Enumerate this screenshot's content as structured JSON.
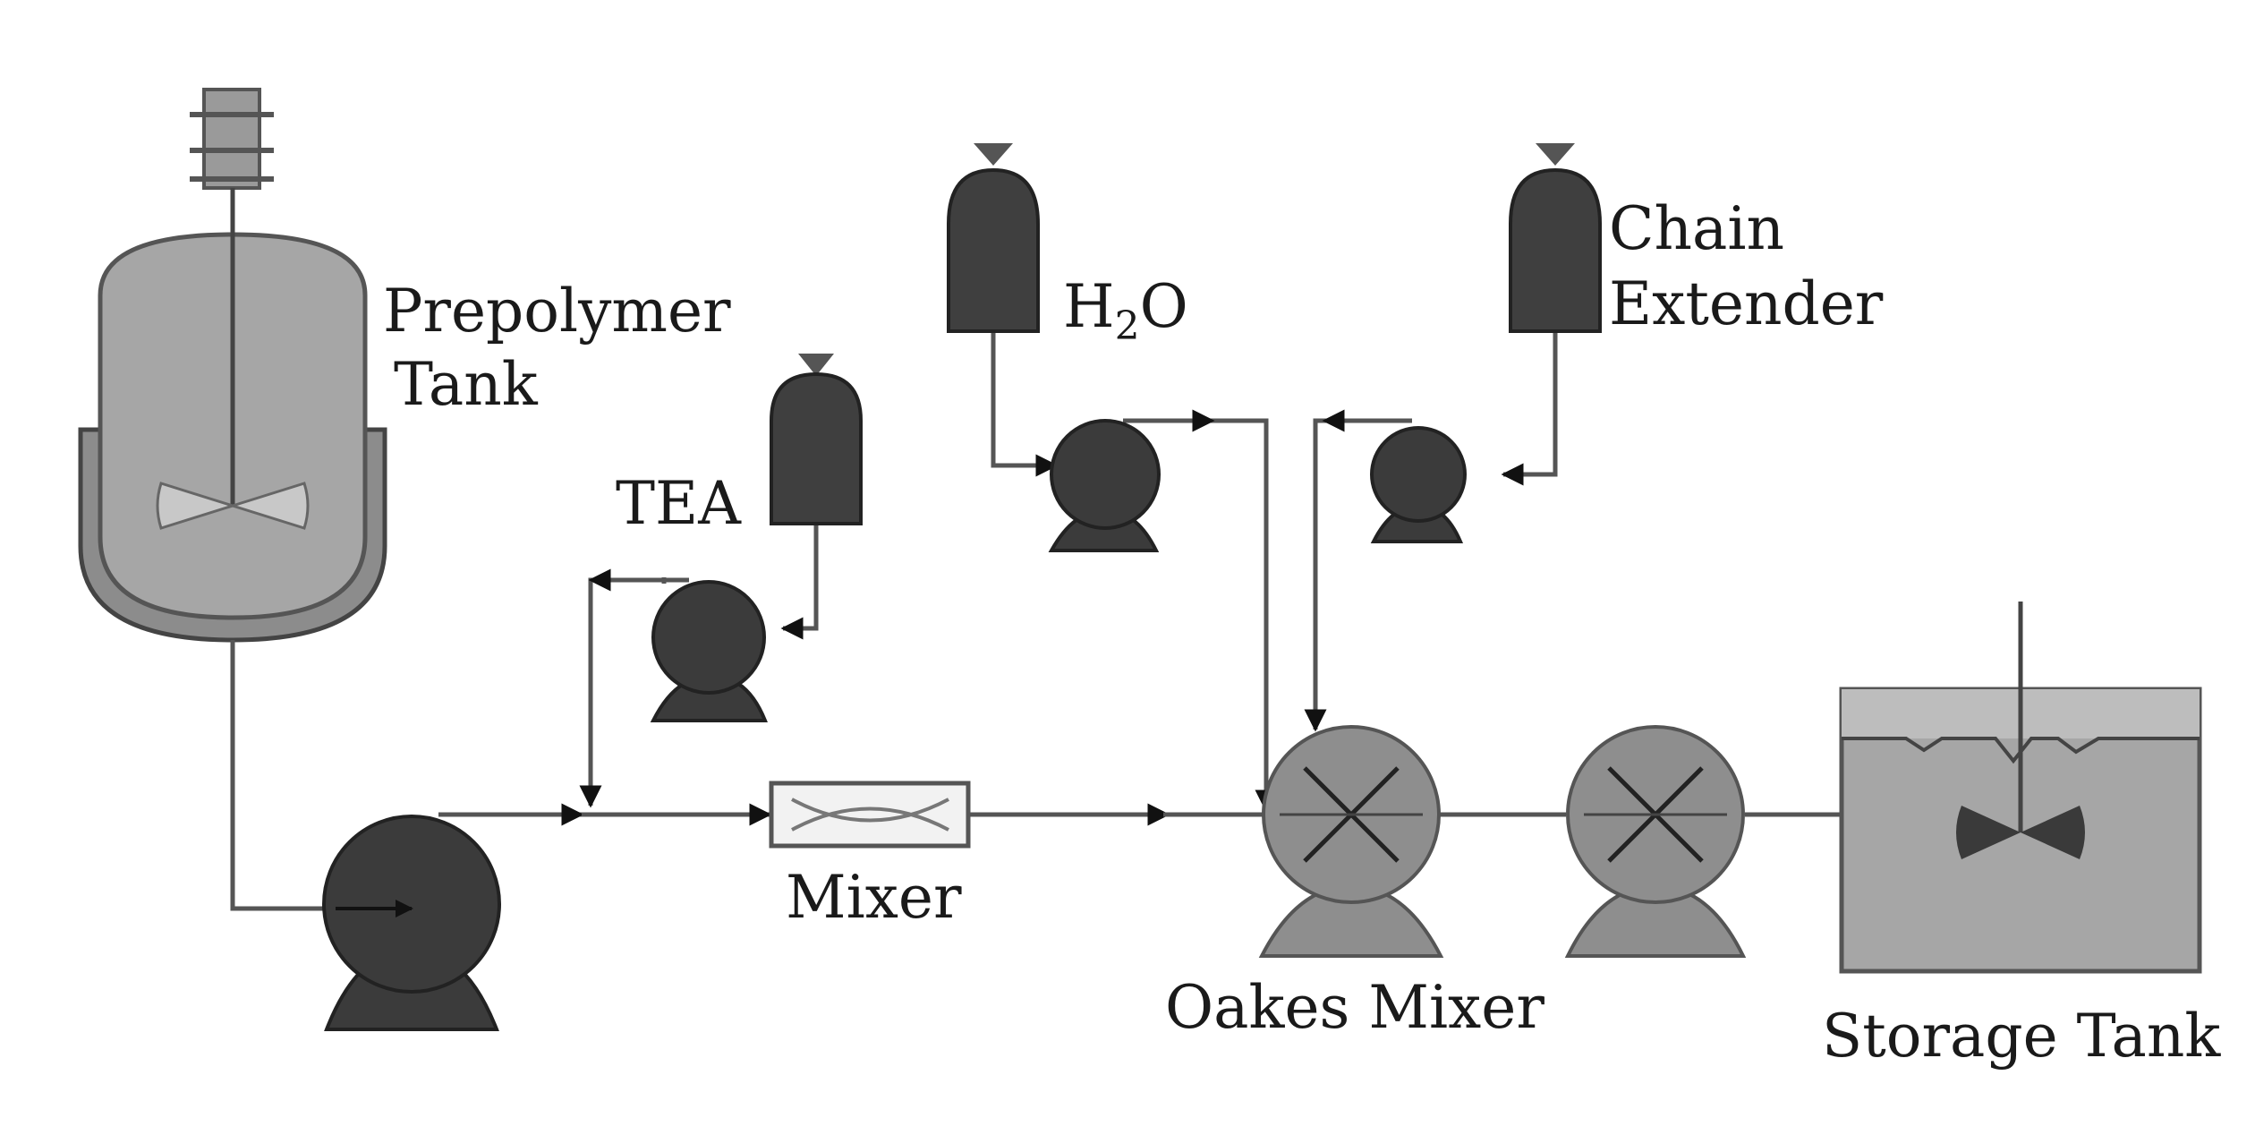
{
  "labels": {
    "prepolymer_tank": [
      "Prepolymer",
      "Tank"
    ],
    "tea": "TEA",
    "h2o_main": "H",
    "h2o_sub": "2",
    "h2o_end": "O",
    "chain_extender": [
      "Chain",
      "Extender"
    ],
    "mixer": "Mixer",
    "oakes_mixer": "Oakes Mixer",
    "storage_tank": "Storage Tank"
  },
  "colors": {
    "tank_fill": "#a6a6a6",
    "pump_dark": "#3b3b3b",
    "pump_light": "#8e8e8e",
    "line": "#555555"
  }
}
